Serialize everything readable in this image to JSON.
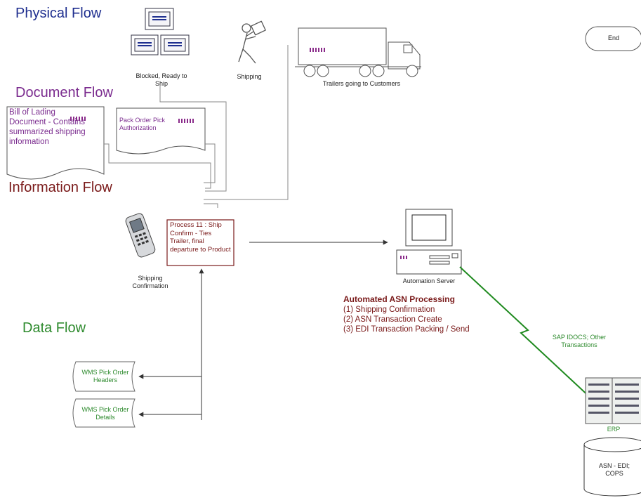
{
  "headings": {
    "physical": "Physical Flow",
    "document": "Document Flow",
    "information": "Information Flow",
    "data": "Data Flow"
  },
  "colors": {
    "physical": "#1f2f8f",
    "document": "#7b2c8f",
    "information": "#7a1a1a",
    "data": "#2d8a2d",
    "barcode": "#8a2b8a",
    "idoc_link": "#1f8a1f"
  },
  "physical_flow": {
    "boxes_label": "Blocked, Ready to Ship",
    "worker_label": "Shipping",
    "truck_label": "Trailers going to Customers"
  },
  "end_label": "End",
  "documents": {
    "bill_of_lading": "Bill of Lading Document - Contains summarized shipping information",
    "pack_order": "Pack Order Pick Authorization"
  },
  "handheld_label": "Shipping Confirmation",
  "process_box": "Process 11 : Ship Confirm - Ties Trailer, final departure to Product",
  "server": {
    "label": "Automation Server",
    "processing_title": "Automated ASN Processing",
    "steps": [
      "(1) Shipping Confirmation",
      "(2) ASN Transaction Create",
      "(3) EDI Transaction Packing / Send"
    ]
  },
  "link_label": "SAP IDOCS; Other Transactions",
  "erp_label": "ERP",
  "database_label": "ASN - EDI; COPS",
  "data_stores": [
    "WMS Pick Order Headers",
    "WMS Pick Order Details"
  ]
}
